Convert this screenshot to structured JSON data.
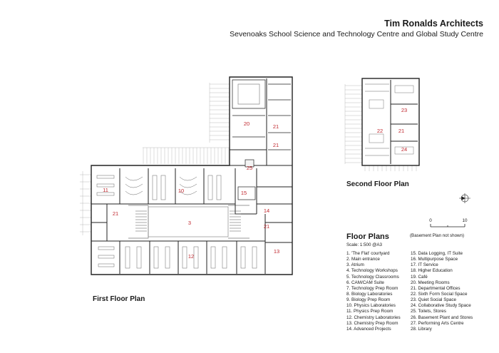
{
  "header": {
    "firm": "Tim Ronalds Architects",
    "project": "Sevenoaks School Science and Technology Centre and Global Study Centre"
  },
  "captions": {
    "first_floor": "First Floor Plan",
    "second_floor": "Second Floor Plan"
  },
  "scale_bar": {
    "start": "0",
    "end": "10"
  },
  "room_labels": {
    "r3": "3",
    "r10": "10",
    "r11": "11",
    "r12": "12",
    "r13": "13",
    "r14": "14",
    "r15": "15",
    "r20": "20",
    "r21a": "21",
    "r21b": "21",
    "r21c": "21",
    "r21d": "21",
    "r25": "25",
    "r22": "22",
    "r23": "23",
    "r21e": "21",
    "r24": "24"
  },
  "legend": {
    "title": "Floor Plans",
    "scale": "Scale: 1:500 @A3",
    "basement_note": "(Basement Plan not shown)",
    "col1": [
      "1. 'The Flat' courtyard",
      "2. Main entrance",
      "3. Atrium",
      "4. Technology Workshops",
      "5. Technology Classrooms",
      "6. CAM/CAM Suite",
      "7. Technology Prep Room",
      "8. Biology Laboratories",
      "9. Biology Prep Room",
      "10. Physics Laboratories",
      "11. Physics Prep Room",
      "12. Chemistry Laboratories",
      "13. Chemistry Prep Room",
      "14. Advanced Projects"
    ],
    "col2": [
      "15. Data Logging, IT Suite",
      "16. Multipurpose Space",
      "17. IT Service",
      "18. Higher Education",
      "19. Café",
      "20. Meeting Rooms",
      "21. Departmental Offices",
      "22. Sixth Form Social Space",
      "23. Quiet Social Space",
      "24. Collaborative Study Space",
      "25. Toilets, Stores",
      "26. Basement Plant and Stores",
      "27. Performing Arts Centre",
      "28. Library"
    ]
  }
}
